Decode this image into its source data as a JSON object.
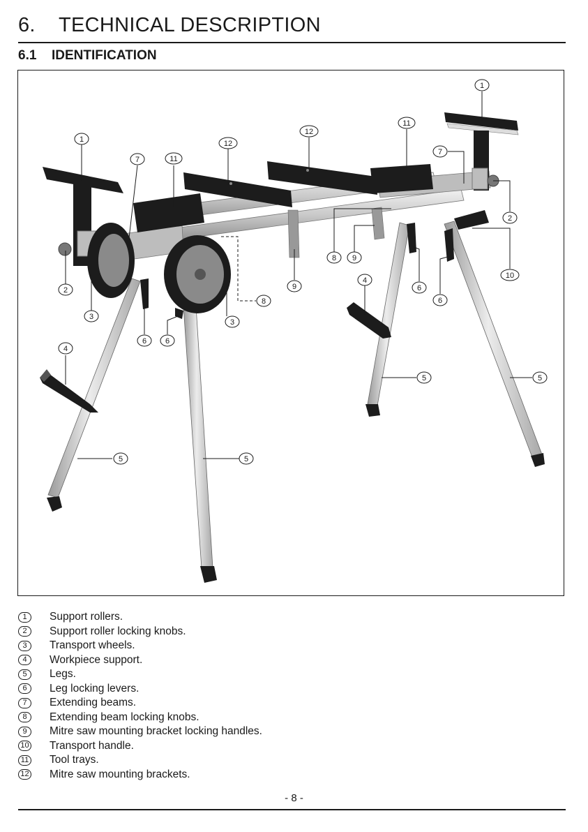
{
  "header": {
    "section_number": "6.",
    "section_title": "TECHNICAL DESCRIPTION"
  },
  "subsection": {
    "number": "6.1",
    "title": "IDENTIFICATION"
  },
  "callouts": [
    "1",
    "1",
    "2",
    "2",
    "3",
    "3",
    "4",
    "4",
    "5",
    "5",
    "5",
    "5",
    "6",
    "6",
    "6",
    "6",
    "7",
    "7",
    "8",
    "8",
    "9",
    "9",
    "10",
    "11",
    "11",
    "12",
    "12"
  ],
  "legend": [
    {
      "num": "1",
      "text": "Support rollers."
    },
    {
      "num": "2",
      "text": "Support roller locking knobs."
    },
    {
      "num": "3",
      "text": "Transport wheels."
    },
    {
      "num": "4",
      "text": "Workpiece support."
    },
    {
      "num": "5",
      "text": "Legs."
    },
    {
      "num": "6",
      "text": "Leg locking levers."
    },
    {
      "num": "7",
      "text": "Extending beams."
    },
    {
      "num": "8",
      "text": "Extending beam locking knobs."
    },
    {
      "num": "9",
      "text": "Mitre saw mounting bracket locking handles."
    },
    {
      "num": "10",
      "text": "Transport handle."
    },
    {
      "num": "11",
      "text": "Tool trays."
    },
    {
      "num": "12",
      "text": "Mitre saw mounting brackets."
    }
  ],
  "footer": {
    "page_number": "- 8 -"
  },
  "colors": {
    "text": "#1a1a1a",
    "leg_silver": "#d2d2d2",
    "frame_black": "#1c1c1c"
  }
}
